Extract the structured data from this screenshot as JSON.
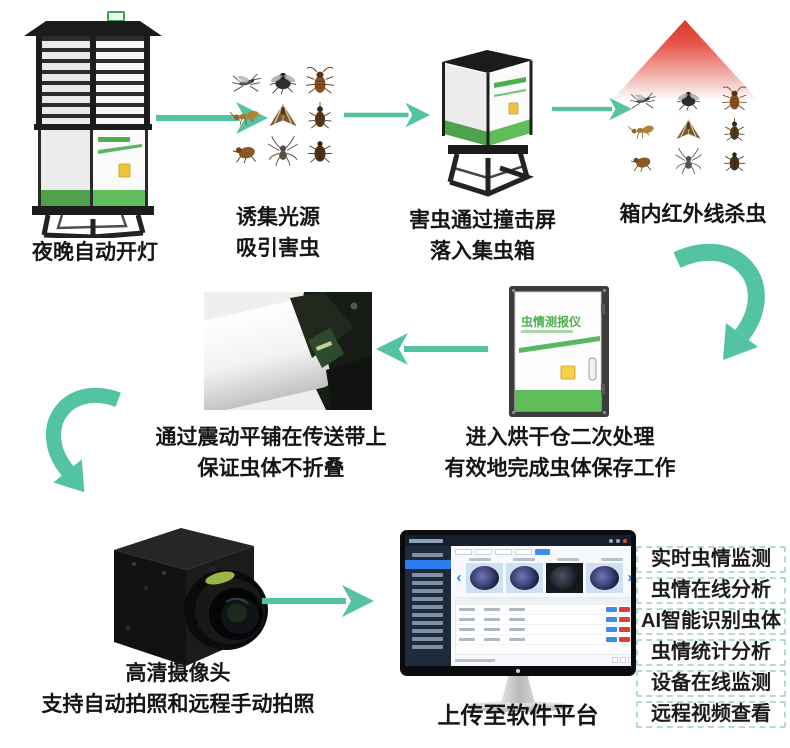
{
  "page": {
    "background": "#ffffff"
  },
  "colors": {
    "arrow_teal": "#53c3a3",
    "device_green_band": "#5fbd5a",
    "device_green_text": "#4cae4f",
    "triangle_red": "#d5382d",
    "feature_border": "#b2dccd",
    "caption_text": "#151515"
  },
  "flow": {
    "step1": {
      "caption": "夜晚自动开灯"
    },
    "step2": {
      "caption1": "诱集光源",
      "caption2": "吸引害虫"
    },
    "step3": {
      "caption1": "害虫通过撞击屏",
      "caption2": "落入集虫箱"
    },
    "step4": {
      "caption": "箱内红外线杀虫"
    },
    "step5": {
      "device_title": "虫情测报仪",
      "caption1": "进入烘干仓二次处理",
      "caption2": "有效地完成虫体保存工作"
    },
    "step6": {
      "caption1": "通过震动平铺在传送带上",
      "caption2": "保证虫体不折叠"
    },
    "step7": {
      "caption1": "高清摄像头",
      "caption2": "支持自动拍照和远程手动拍照"
    },
    "step8": {
      "caption": "上传至软件平台"
    }
  },
  "features": [
    "实时虫情监测",
    "虫情在线分析",
    "AI智能识别虫体",
    "虫情统计分析",
    "设备在线监测",
    "远程视频查看"
  ],
  "monitor": {
    "chevron_left": "‹",
    "chevron_right": "›"
  },
  "icons": {
    "insects": [
      "mosquito-icon",
      "fly-icon",
      "cockroach-icon",
      "ant-icon",
      "moth-icon",
      "weevil-icon",
      "flea-icon",
      "spider-icon",
      "beetle-icon"
    ],
    "arrows": [
      "flow-arrow-right-icon",
      "flow-arrow-left-icon",
      "curved-arrow-down-left-icon",
      "curved-arrow-down-right-icon"
    ]
  }
}
